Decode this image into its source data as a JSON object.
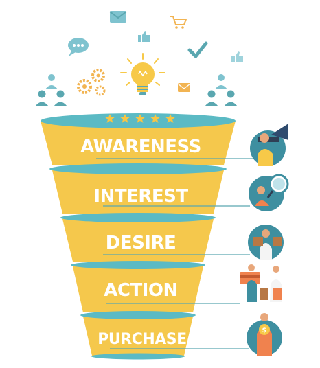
{
  "funnel": {
    "stages": [
      {
        "id": "awareness",
        "label": "AWARENESS"
      },
      {
        "id": "interest",
        "label": "INTEREST"
      },
      {
        "id": "desire",
        "label": "DESIRE"
      },
      {
        "id": "action",
        "label": "ACTION"
      },
      {
        "id": "purchase",
        "label": "PURCHASE"
      }
    ],
    "rating_stars": 5
  },
  "decor_icons": [
    "email-icon",
    "shopping-cart-icon",
    "chat-bubble-icon",
    "thumbs-up-icon",
    "checkmark-icon",
    "gears-icon",
    "light-bulb-icon",
    "audience-group-icon"
  ],
  "stage_icons": [
    "megaphone-person-icon",
    "magnifier-person-icon",
    "shopping-bags-person-icon",
    "credit-card-shoppers-icon",
    "money-bag-person-icon"
  ],
  "colors": {
    "funnel_yellow": "#F5C84C",
    "funnel_teal": "#5BBAC4",
    "star_yellow": "#F6C545",
    "connector_teal": "#5AA7B0",
    "circle_teal": "#3E8FA0",
    "icon_teal": "#7FC3CF",
    "bulb_yellow": "#F7C948",
    "gear_orange": "#F2B452"
  }
}
